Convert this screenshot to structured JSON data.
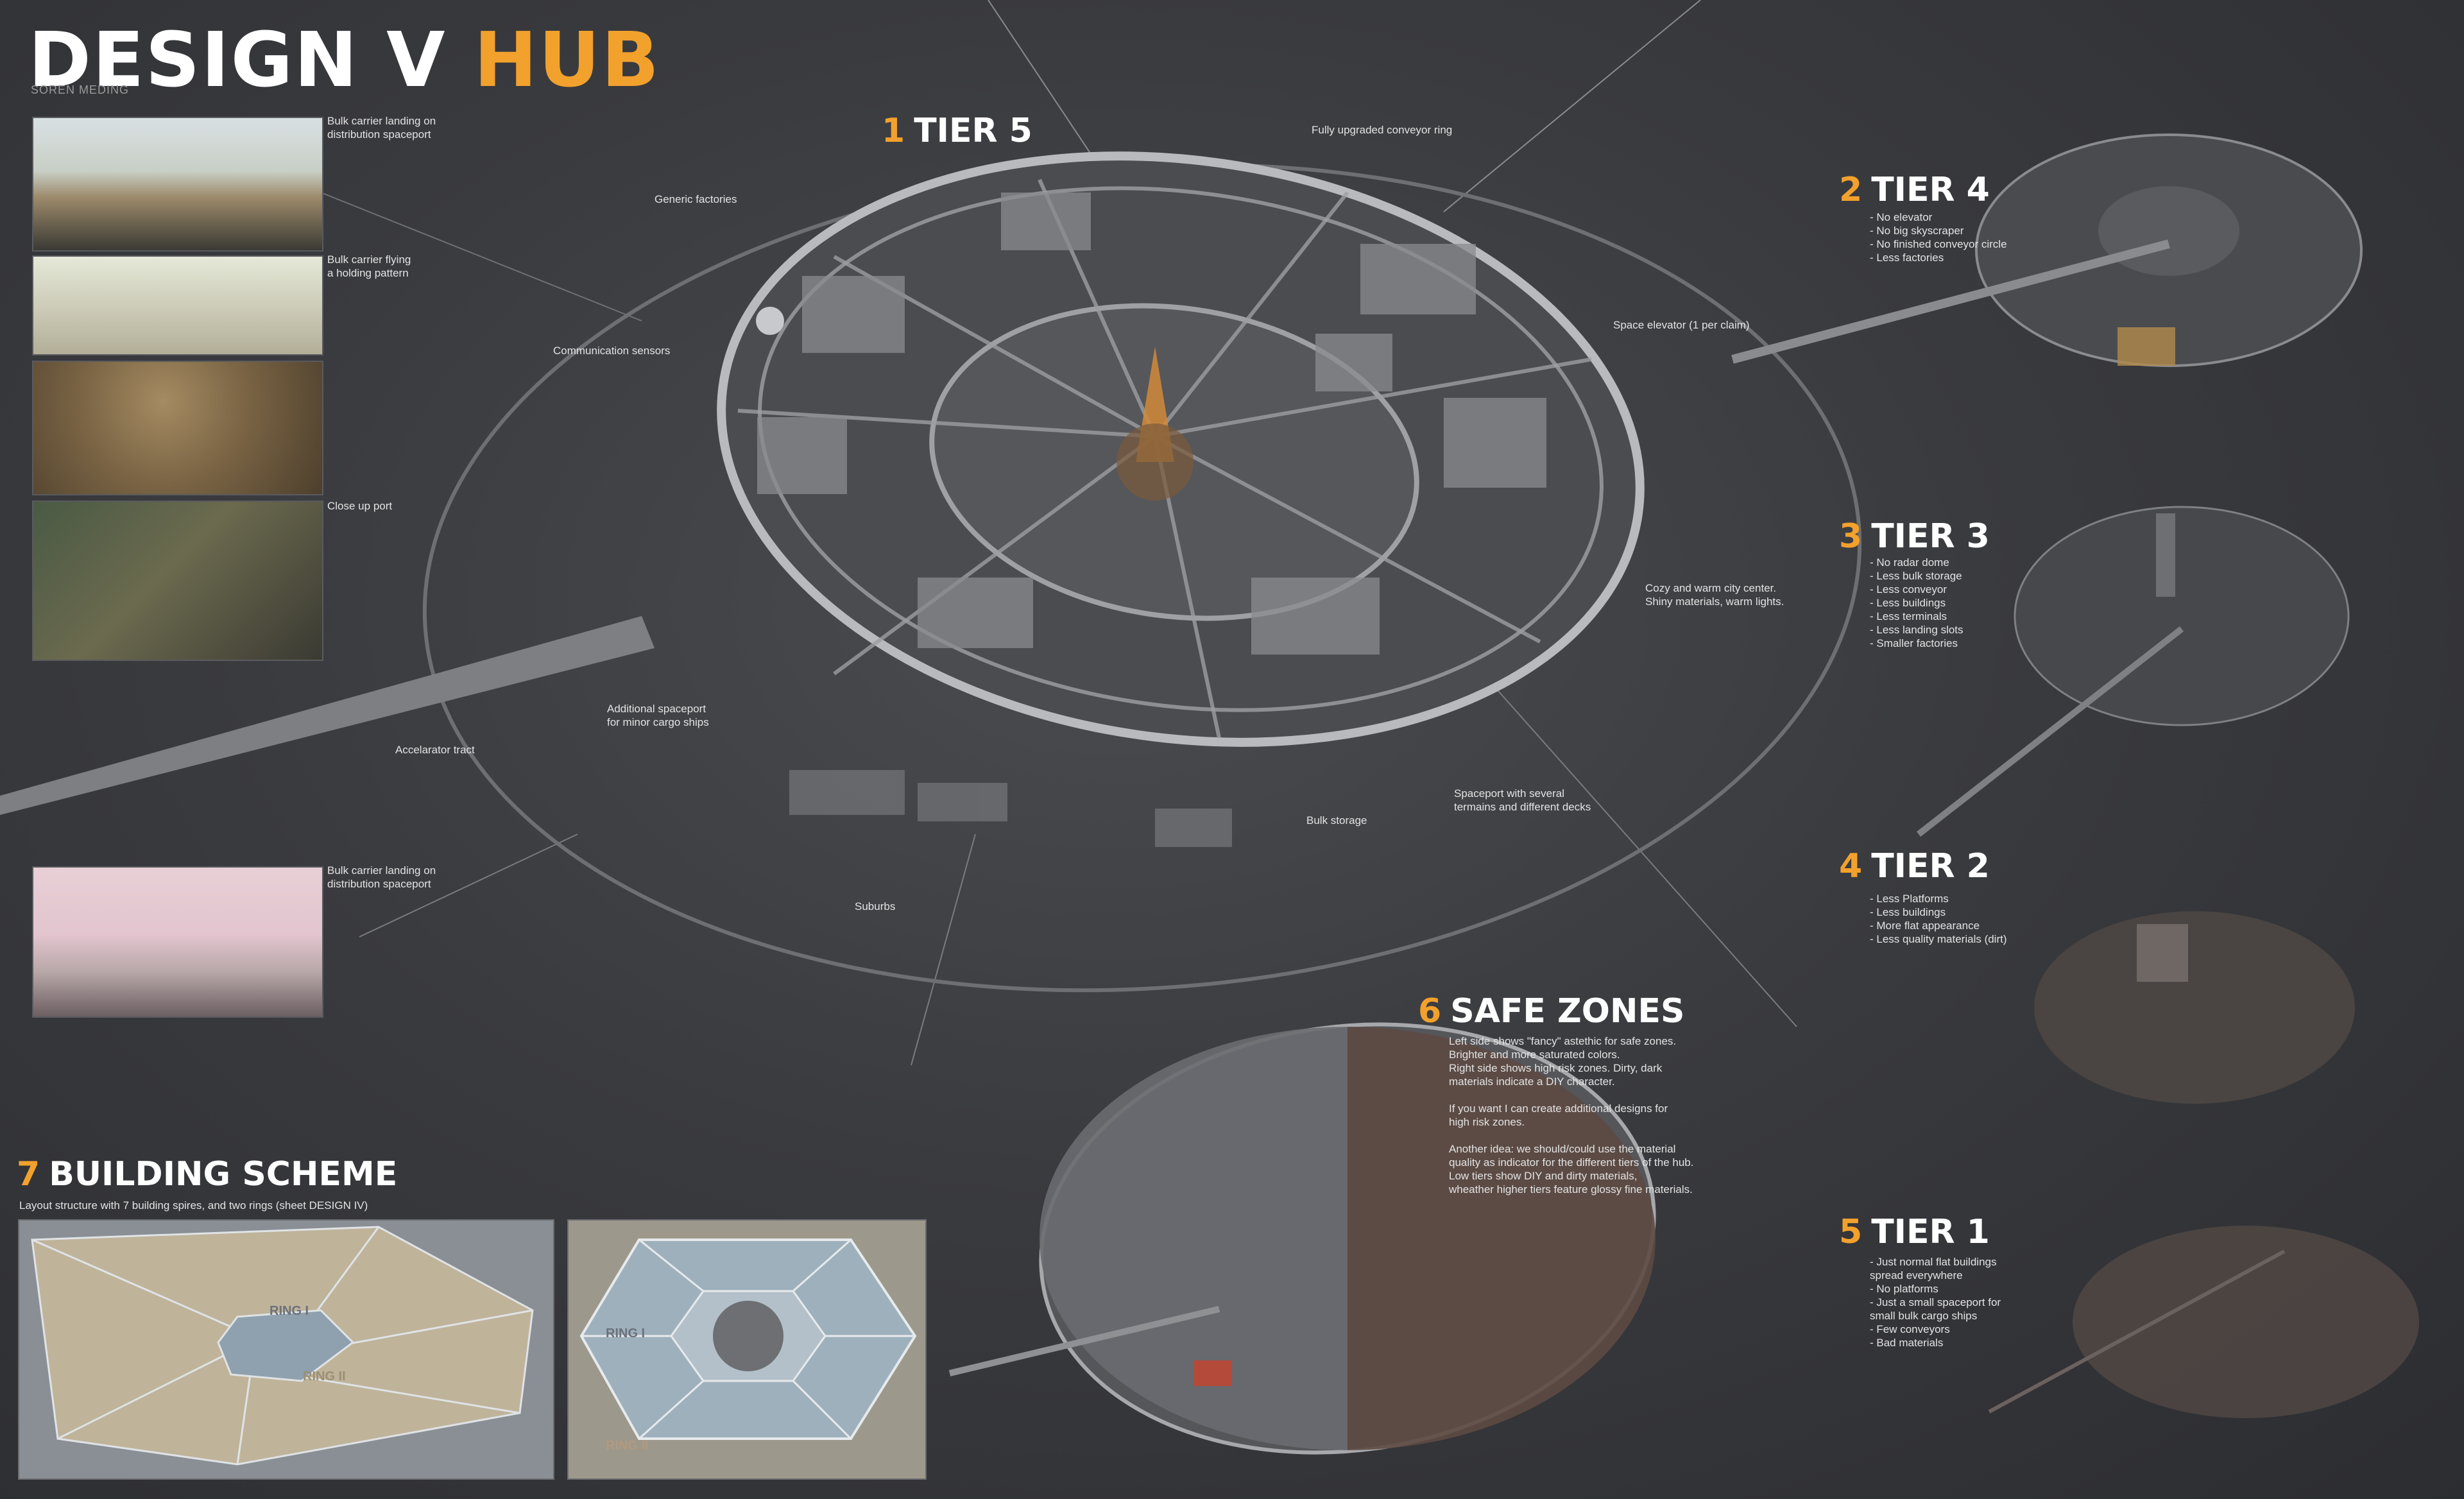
{
  "header": {
    "title_main": "DESIGN V ",
    "title_accent": "HUB",
    "author": "SOREN MEDING"
  },
  "colors": {
    "accent": "#f2a12d",
    "background": "#38393d",
    "text": "#e6e6e6"
  },
  "thumbnails": [
    {
      "caption": "Bulk carrier landing on\ndistribution spaceport"
    },
    {
      "caption": "Bulk carrier flying\na holding pattern"
    },
    {
      "caption": ""
    },
    {
      "caption": "Close up port"
    },
    {
      "caption": "Bulk carrier landing on\ndistribution spaceport"
    }
  ],
  "tier5": {
    "number": "1",
    "title": "TIER 5",
    "callouts": {
      "conveyor": "Fully upgraded conveyor ring",
      "factories": "Generic factories",
      "sensors": "Communication sensors",
      "elevator": "Space elevator (1 per claim)",
      "city_center": "Cozy and warm city center.\nShiny materials, warm lights.",
      "additional_spaceport": "Additional spaceport\nfor minor cargo ships",
      "accelerator": "Accelarator tract",
      "spaceport_decks": "Spaceport with several\ntermains and different decks",
      "bulk_storage": "Bulk storage",
      "suburbs": "Suburbs"
    }
  },
  "tier4": {
    "number": "2",
    "title": "TIER 4",
    "bullets": "- No elevator\n- No big skyscraper\n- No finished conveyor circle\n- Less factories"
  },
  "tier3": {
    "number": "3",
    "title": "TIER 3",
    "bullets": "- No radar dome\n- Less bulk storage\n- Less conveyor\n- Less buildings\n- Less terminals\n- Less landing slots\n- Smaller factories"
  },
  "tier2": {
    "number": "4",
    "title": "TIER 2",
    "bullets": "- Less Platforms\n- Less buildings\n- More flat appearance\n- Less quality materials (dirt)"
  },
  "tier1": {
    "number": "5",
    "title": "TIER 1",
    "bullets": "- Just normal flat buildings\nspread everywhere\n- No platforms\n- Just a small spaceport for\nsmall bulk cargo ships\n- Few conveyors\n- Bad materials"
  },
  "safe_zones": {
    "number": "6",
    "title": "SAFE ZONES",
    "paragraph": "Left side shows \"fancy\" astethic for safe zones.\nBrighter and more saturated colors.\nRight side shows high risk zones. Dirty, dark\nmaterials indicate a DIY character.\n\nIf you want I can create additional designs for\nhigh risk zones.\n\nAnother idea: we should/could use the material\nquality as indicator for the different tiers of the hub.\nLow tiers show DIY and dirty materials,\nwheather higher tiers feature glossy fine materials."
  },
  "building_scheme": {
    "number": "7",
    "title": "BUILDING SCHEME",
    "subtitle": "Layout structure with 7 building spires, and two rings (sheet DESIGN IV)",
    "ring1": "RING I",
    "ring2": "RING II"
  }
}
